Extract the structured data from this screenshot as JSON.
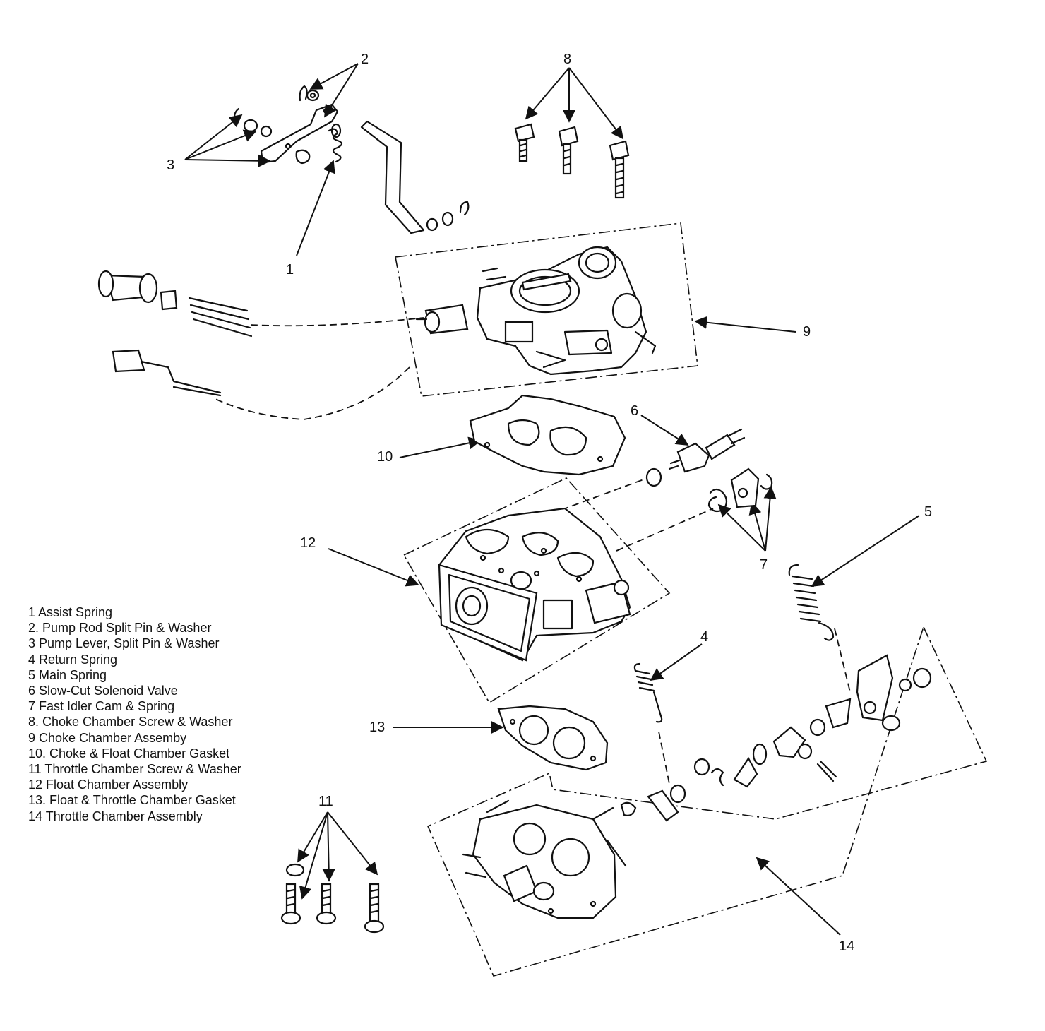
{
  "callouts": [
    "1",
    "2",
    "3",
    "4",
    "5",
    "6",
    "7",
    "8",
    "9",
    "10",
    "11",
    "12",
    "13",
    "14"
  ],
  "legend": [
    "1  Assist Spring",
    "2. Pump Rod Split Pin & Washer",
    "3  Pump Lever, Split Pin & Washer",
    "4  Return Spring",
    "5  Main Spring",
    "6  Slow-Cut Solenoid Valve",
    "7  Fast Idler Cam & Spring",
    "8. Choke Chamber Screw & Washer",
    "9  Choke Chamber Assemby",
    "10. Choke & Float Chamber Gasket",
    "11  Throttle Chamber Screw & Washer",
    "12  Float Chamber Assembly",
    "13. Float & Throttle Chamber Gasket",
    "14  Throttle Chamber Assembly"
  ]
}
